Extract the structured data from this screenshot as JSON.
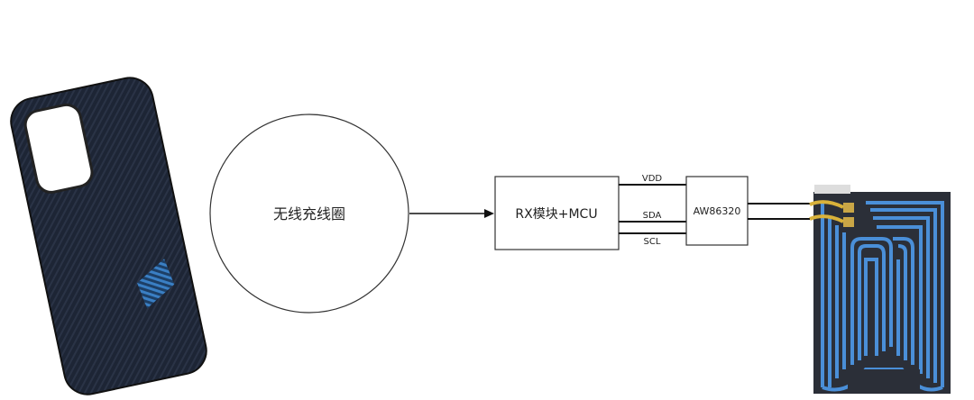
{
  "diagram": {
    "coil_label": "无线充线圈",
    "rx_label": "RX模块+MCU",
    "chip_label": "AW86320",
    "signals": [
      "VDD",
      "SDA",
      "SCL"
    ],
    "colors": {
      "case": "#1c2433",
      "accent": "#2f6fb0",
      "heater": "#4a8fd8",
      "line": "#111111"
    }
  }
}
